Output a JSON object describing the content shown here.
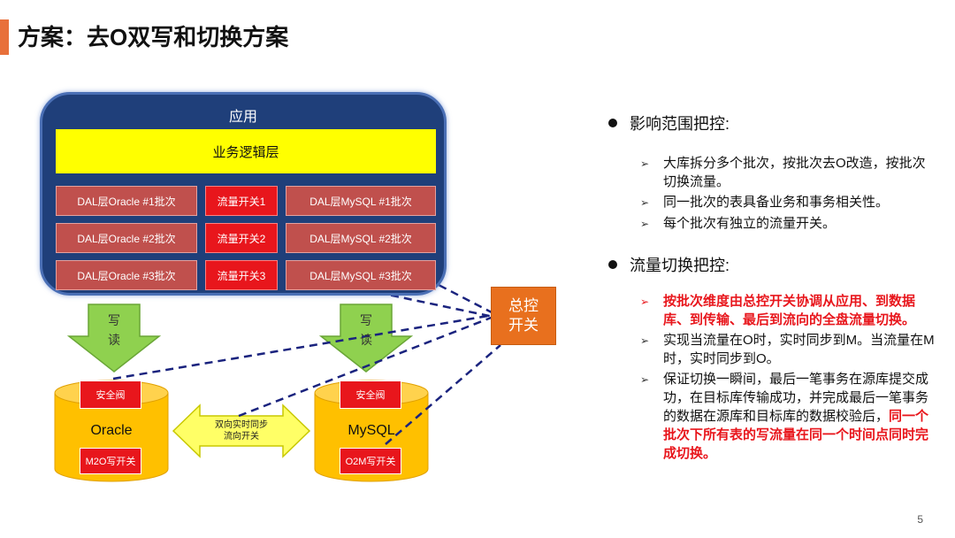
{
  "page": {
    "title": "方案：去O双写和切换方案",
    "number": "5"
  },
  "diagram": {
    "app_label": "应用",
    "biz_layer": "业务逻辑层",
    "rows": [
      {
        "oracle": "DAL层Oracle  #1批次",
        "switch": "流量开关1",
        "mysql": "DAL层MySQL  #1批次"
      },
      {
        "oracle": "DAL层Oracle  #2批次",
        "switch": "流量开关2",
        "mysql": "DAL层MySQL #2批次"
      },
      {
        "oracle": "DAL层Oracle  #3批次",
        "switch": "流量开关3",
        "mysql": "DAL层MySQL #3批次"
      }
    ],
    "left_arrow": {
      "write": "写",
      "read": "读"
    },
    "right_arrow": {
      "write": "写",
      "read": "读"
    },
    "oracle_db": {
      "name": "Oracle",
      "valve": "安全阀",
      "switch": "M2O写开关"
    },
    "mysql_db": {
      "name": "MySQL",
      "valve": "安全阀",
      "switch": "O2M写开关"
    },
    "sync": {
      "line1": "双向实时同步",
      "line2": "流向开关"
    },
    "master_switch": {
      "line1": "总控",
      "line2": "开关"
    },
    "colors": {
      "app_bg": "#1f3f7a",
      "biz_layer": "#ffff00",
      "dal": "#c0504d",
      "switch": "#e8161c",
      "db": "#ffc000",
      "arrow": "#8fd14f",
      "master": "#e8701e",
      "accent": "#e8703a"
    }
  },
  "right_panel": {
    "section1": {
      "heading": "影响范围把控:",
      "items": [
        "大库拆分多个批次，按批次去O改造，按批次切换流量。",
        "同一批次的表具备业务和事务相关性。",
        "每个批次有独立的流量开关。"
      ]
    },
    "section2": {
      "heading": "流量切换把控:",
      "item1": "按批次维度由总控开关协调从应用、到数据库、到传输、最后到流向的全盘流量切换。",
      "item2": "实现当流量在O时，实时同步到M。当流量在M时，实时同步到O。",
      "item3_plain": "保证切换一瞬间，最后一笔事务在源库提交成功，在目标库传输成功，并完成最后一笔事务的数据在源库和目标库的数据校验后，",
      "item3_emph": "同一个批次下所有表的写流量在同一个时间点同时完成切换。"
    }
  }
}
